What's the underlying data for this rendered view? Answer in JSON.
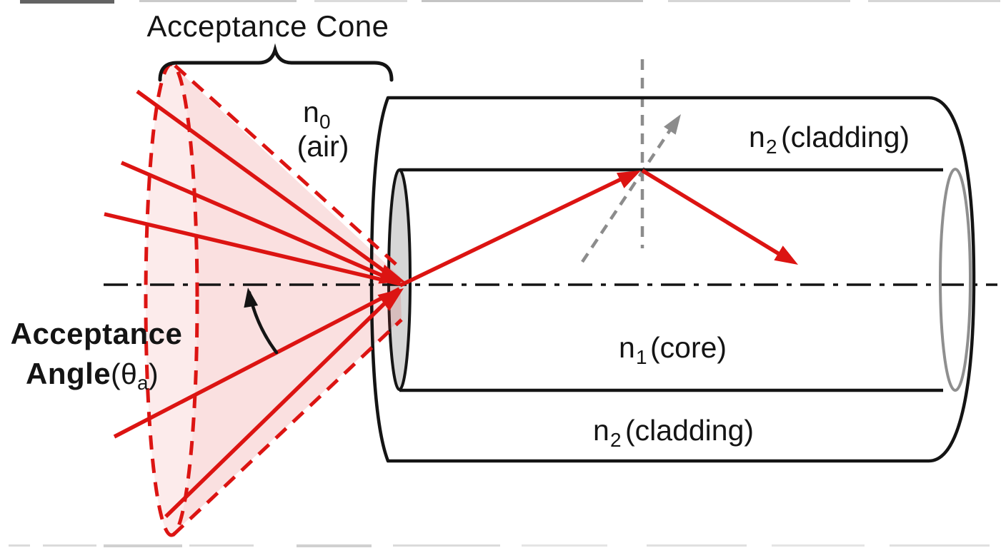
{
  "figure": {
    "type": "optical-fiber-acceptance-cone-diagram",
    "description": "Light rays within the acceptance cone enter the fiber core and undergo total internal reflection at the core-cladding boundary"
  },
  "labels": {
    "acceptance_cone": "Acceptance Cone",
    "n0": {
      "base": "n",
      "sub": "0"
    },
    "air": "(air)",
    "cladding_top": {
      "base": "n",
      "sub": "2",
      "text": "(cladding)"
    },
    "core": {
      "base": "n",
      "sub": "1",
      "text": "(core)"
    },
    "cladding_bottom": {
      "base": "n",
      "sub": "2",
      "text": "(cladding)"
    },
    "acceptance_angle": {
      "line1": "Acceptance",
      "line2_word": "Angle",
      "line2_open": "(",
      "theta": "θ",
      "theta_sub": "a",
      "line2_close": ")"
    }
  },
  "palette": {
    "ink": "#141414",
    "ray_red": "#dc1412",
    "cone_fill": "rgba(225,60,60,0.16)",
    "cone_base_fill": "rgba(225,60,60,0.10)",
    "guide_gray": "#8c8c8c",
    "fiber_end_face_gray": "#d6d6d6",
    "core_far_end_stroke": "#8f8f8f",
    "background": "#ffffff"
  }
}
